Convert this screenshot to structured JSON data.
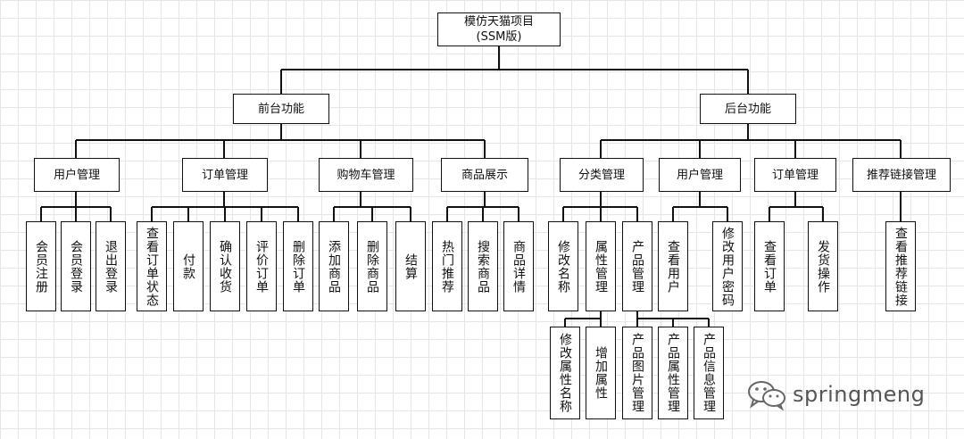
{
  "root": "模仿天猫项目\n(SSM版)",
  "front": {
    "label": "前台功能",
    "groups": [
      {
        "label": "用户管理",
        "items": [
          "会员注册",
          "会员登录",
          "退出登录"
        ]
      },
      {
        "label": "订单管理",
        "items": [
          "查看订单状态",
          "付款",
          "确认收货",
          "评价订单",
          "删除订单"
        ]
      },
      {
        "label": "购物车管理",
        "items": [
          "添加商品",
          "删除商品",
          "结算"
        ]
      },
      {
        "label": "商品展示",
        "items": [
          "热门推荐",
          "搜索商品",
          "商品详情"
        ]
      }
    ]
  },
  "back": {
    "label": "后台功能",
    "groups": [
      {
        "label": "分类管理",
        "items": [
          "修改名称",
          "属性管理",
          "产品管理"
        ]
      },
      {
        "label": "用户管理",
        "items": [
          "查看用户",
          "修改用户密码"
        ]
      },
      {
        "label": "订单管理",
        "items": [
          "查看订单",
          "发货操作"
        ]
      },
      {
        "label": "推荐链接管理",
        "items": [
          "查看推荐链接"
        ]
      }
    ],
    "sub": {
      "attr": [
        "修改属性名称",
        "增加属性"
      ],
      "product": [
        "产品图片管理",
        "产品属性管理",
        "产品信息管理"
      ]
    }
  },
  "watermark": {
    "text": "springmeng",
    "icon": "wechat-icon"
  }
}
